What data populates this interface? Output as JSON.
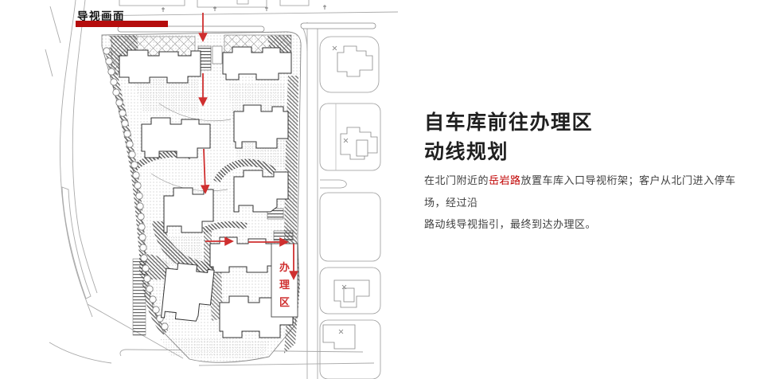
{
  "plan_tag": {
    "label": "导视画面"
  },
  "headline": {
    "line1": "自车库前往办理区",
    "line2": "动线规划"
  },
  "body": {
    "line1_prefix": "在北门附近的",
    "line1_highlight": "岳岩路",
    "line1_suffix": "放置车库入口导视桁架；客户从北门进入停车场，经过沿",
    "line2": "路动线导视指引，最终到达办理区。"
  },
  "site_plan": {
    "processing_area_label": "办理区",
    "processing_area_chars": [
      "办",
      "理",
      "区"
    ]
  },
  "colors": {
    "accent_red": "#b50d0d",
    "route_red": "#cf2f2f",
    "highlight_red": "#c00000",
    "title_text": "#202020",
    "body_text": "#3f3f3f"
  }
}
